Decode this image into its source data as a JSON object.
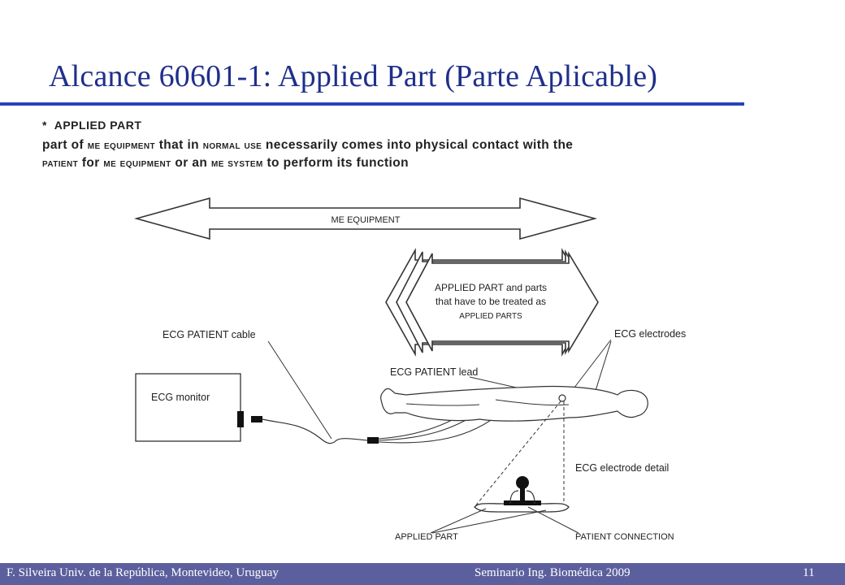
{
  "slide": {
    "title": "Alcance 60601-1: Applied Part (Parte Aplicable)",
    "page_number": "11"
  },
  "definition": {
    "marker": "*",
    "term": "APPLIED PART",
    "t1": "part of ",
    "t2": "ME EQUIPMENT",
    "t3": " that in ",
    "t4": "NORMAL USE",
    "t5": " necessarily comes into physical contact with the",
    "t6": "PATIENT",
    "t7": " for ",
    "t8": "ME EQUIPMENT",
    "t9": " or an ",
    "t10": "ME SYSTEM",
    "t11": " to perform its function"
  },
  "figure": {
    "me_equipment_label": "ME EQUIPMENT",
    "applied_line1": "APPLIED PART and parts",
    "applied_line2": "that have to be treated as",
    "applied_line3": "APPLIED PARTS",
    "patient_cable": "ECG PATIENT cable",
    "ecg_monitor": "ECG monitor",
    "patient_lead": "ECG PATIENT lead",
    "electrodes": "ECG electrodes",
    "electrode_detail": "ECG electrode detail",
    "applied_part": "APPLIED PART",
    "patient_connection": "PATIENT CONNECTION"
  },
  "footer": {
    "left": "F. Silveira  Univ. de la República, Montevideo, Uruguay",
    "center": "Seminario Ing. Biomédica 2009"
  },
  "colors": {
    "title": "#1f2f8a",
    "rule": "#2643b5",
    "footer_bg": "#5c5f9e"
  }
}
